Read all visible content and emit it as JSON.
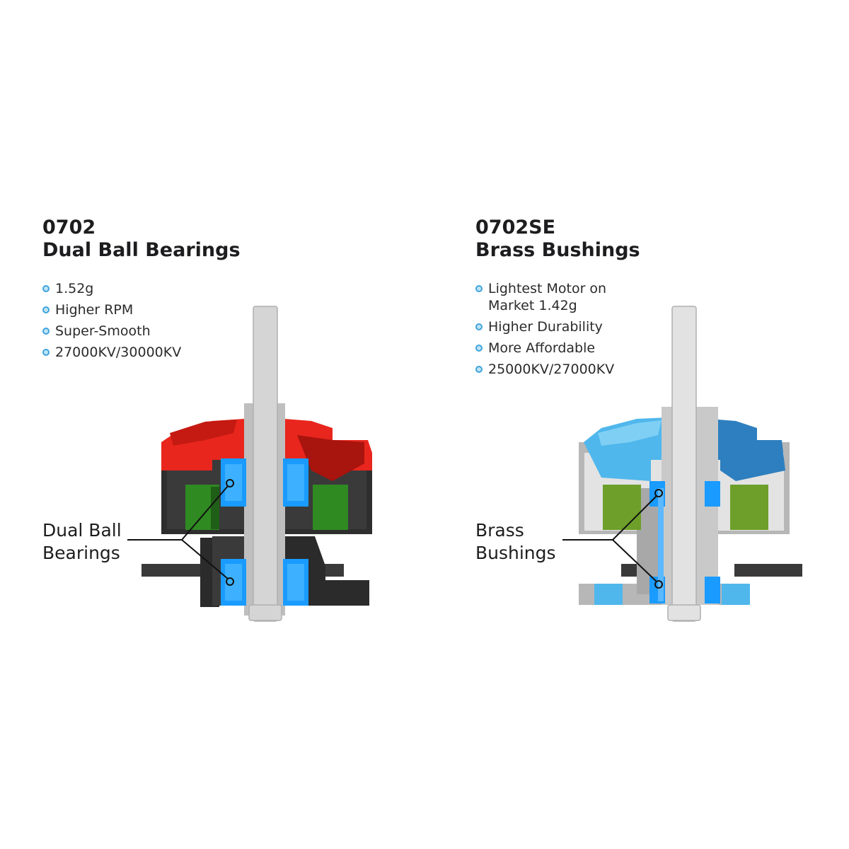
{
  "left": {
    "model": "0702",
    "title": "Dual Ball Bearings",
    "features": [
      "1.52g",
      "Higher RPM",
      "Super-Smooth",
      "27000KV/30000KV"
    ],
    "callout": [
      "Dual Ball",
      "Bearings"
    ]
  },
  "right": {
    "model": "0702SE",
    "title": "Brass Bushings",
    "features": [
      "Lightest Motor on Market 1.42g",
      "Higher Durability",
      "More Affordable",
      "25000KV/27000KV"
    ],
    "callout": [
      "Brass",
      "Bushings"
    ]
  },
  "colors": {
    "bullet": "#3fa4dd",
    "bell_left": "#e8261d",
    "bell_right": "#4fb7ec",
    "bearing": "#1a9bff",
    "magnet": "#2f8a22",
    "shaft": "#d5d5d5",
    "body_left": "#2e2e2e",
    "body_right": "#b7b7b7"
  }
}
